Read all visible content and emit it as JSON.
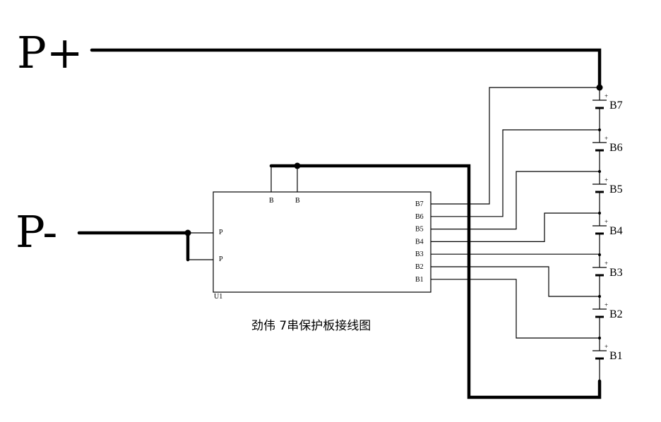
{
  "labels": {
    "p_plus": "P+",
    "p_minus": "P-",
    "chip_ref": "U1",
    "caption": "劲伟 7串保护板接线图"
  },
  "chip_pins_right": [
    "B7",
    "B6",
    "B5",
    "B4",
    "B3",
    "B2",
    "B1"
  ],
  "chip_pins_left": [
    "P",
    "P"
  ],
  "chip_pins_top": [
    "B",
    "B"
  ],
  "cells": [
    {
      "label": "B7",
      "polarity": "+"
    },
    {
      "label": "B6",
      "polarity": "+"
    },
    {
      "label": "B5",
      "polarity": "+"
    },
    {
      "label": "B4",
      "polarity": "+"
    },
    {
      "label": "B3",
      "polarity": "+"
    },
    {
      "label": "B2",
      "polarity": "+"
    },
    {
      "label": "B1",
      "polarity": "+"
    }
  ]
}
